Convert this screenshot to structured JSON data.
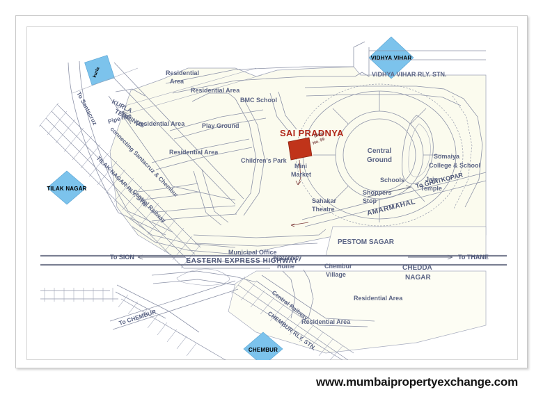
{
  "footer": {
    "url": "www.mumbaipropertyexchange.com"
  },
  "site": {
    "name": "SAI PRADNYA",
    "building": "Bldg. No. 59",
    "color": "#c0341a"
  },
  "markers": [
    {
      "id": "kurla",
      "label": "kurla",
      "color": "#7cc3ec"
    },
    {
      "id": "vidhya-vihar",
      "label": "VIDHYA VIHAR",
      "color": "#7cc3ec"
    },
    {
      "id": "tilak-nagar",
      "label": "TILAK NAGAR",
      "color": "#7cc3ec"
    },
    {
      "id": "chembur",
      "label": "CHEMBUR",
      "color": "#7cc3ec"
    }
  ],
  "stations": [
    {
      "id": "vidhya-vihar-rly",
      "label": "VIDHYA VIHAR RLY. STN."
    },
    {
      "id": "tilak-nagar-rly",
      "label": "TILAK NAGAR RLY. STN."
    },
    {
      "id": "chembur-rly",
      "label": "CHEMBUR RLY. STN."
    },
    {
      "id": "kurla-terminus",
      "label": "KURLA TERMINUS"
    }
  ],
  "roads": [
    {
      "id": "eastern-express-highway",
      "label": "EASTERN EXPRESS HIGHWAY"
    },
    {
      "id": "amarmahal",
      "label": "AMARMAHAL"
    },
    {
      "id": "pipe-line",
      "label": "Pipe line"
    },
    {
      "id": "connecting-santacruz-chembur",
      "label": "connecting Santacruz & Chembur"
    },
    {
      "id": "central-railway-1",
      "label": "Central Railway"
    },
    {
      "id": "central-railway-2",
      "label": "Central Railway"
    }
  ],
  "directions": [
    {
      "id": "to-santacruz",
      "label": "To Santacruz"
    },
    {
      "id": "to-sion",
      "label": "To SION"
    },
    {
      "id": "to-thane",
      "label": "To THANE"
    },
    {
      "id": "to-ghatkopar",
      "label": "To GHATKOPAR"
    },
    {
      "id": "to-chembur",
      "label": "To CHEMBUR"
    }
  ],
  "places": [
    {
      "id": "residential-area-1",
      "label": "Residential Area"
    },
    {
      "id": "residential-area-2",
      "label": "Residential Area"
    },
    {
      "id": "residential-area-3",
      "label": "Residential Area"
    },
    {
      "id": "residential-area-4",
      "label": "Residential Area"
    },
    {
      "id": "residential-area-5",
      "label": "Residential Area"
    },
    {
      "id": "residential-area-6",
      "label": "Residential Area"
    },
    {
      "id": "residential-area-7",
      "label": "Residential Area"
    },
    {
      "id": "bmc-school",
      "label": "BMC School"
    },
    {
      "id": "play-ground",
      "label": "Play Ground"
    },
    {
      "id": "childrens-park",
      "label": "Children's Park"
    },
    {
      "id": "mini-market",
      "label": "Mini Market"
    },
    {
      "id": "central-ground",
      "label": "Central Ground"
    },
    {
      "id": "somaiya-college",
      "label": "Somaiya College & School"
    },
    {
      "id": "jain-temple",
      "label": "Jain Temple"
    },
    {
      "id": "schools",
      "label": "Schools"
    },
    {
      "id": "shoppers-stop",
      "label": "Shoppers Stop"
    },
    {
      "id": "sahakar-theatre",
      "label": "Sahakar Theatre"
    },
    {
      "id": "municipal-office",
      "label": "Municipal Office"
    },
    {
      "id": "maternity-home",
      "label": "Maternity Home"
    },
    {
      "id": "pestom-sagar",
      "label": "PESTOM SAGAR"
    },
    {
      "id": "chembur-village",
      "label": "Chembur Village"
    },
    {
      "id": "chedda-nagar",
      "label": "CHEDDA NAGAR"
    }
  ],
  "labels": {
    "residential_area": "Residential Area",
    "residential": "Residential",
    "area": "Area",
    "bmc_school": "BMC School",
    "play_ground": "Play Ground",
    "childrens_park": "Children's Park",
    "mini": "Mini",
    "market": "Market",
    "central": "Central",
    "ground": "Ground",
    "somaiya": "Somaiya",
    "college_school": "College & School",
    "jain": "Jain",
    "temple": "Temple",
    "schools": "Schools",
    "shoppers": "Shoppers",
    "stop": "Stop",
    "sahakar": "Sahakar",
    "theatre": "Theatre",
    "municipal_office": "Municipal Office",
    "maternity": "Maternity",
    "home": "Home",
    "pestom_sagar": "PESTOM SAGAR",
    "chembur": "Chembur",
    "village": "Village",
    "chedda": "CHEDDA",
    "nagar": "NAGAR",
    "eastern_express_highway": "EASTERN EXPRESS HIGHWAY",
    "amarmahal": "AMARMAHAL",
    "pipe_line": "Pipe line",
    "connecting": "connecting Santacruz & Chembur",
    "central_railway": "Central Railway",
    "kurla_terminus_1": "KURLA",
    "kurla_terminus_2": "TERMINUS",
    "vidhya_vihar_rly": "VIDHYA VIHAR RLY. STN.",
    "tilak_nagar_rly": "TILAK NAGAR RLY. STN.",
    "chembur_rly": "CHEMBUR RLY. STN.",
    "to_santacruz": "To Santacruz",
    "to_sion": "To SION",
    "to_thane": "To THANE",
    "to_ghatkopar": "To GHATKOPAR",
    "to_chembur": "To CHEMBUR",
    "marker_kurla": "kurla",
    "marker_vidhya_vihar": "VIDHYA VIHAR",
    "marker_tilak_nagar": "TILAK NAGAR",
    "marker_chembur": "CHEMBUR",
    "site_name": "SAI PRADNYA",
    "site_bldg_1": "Bldg.",
    "site_bldg_2": "No. 59"
  }
}
